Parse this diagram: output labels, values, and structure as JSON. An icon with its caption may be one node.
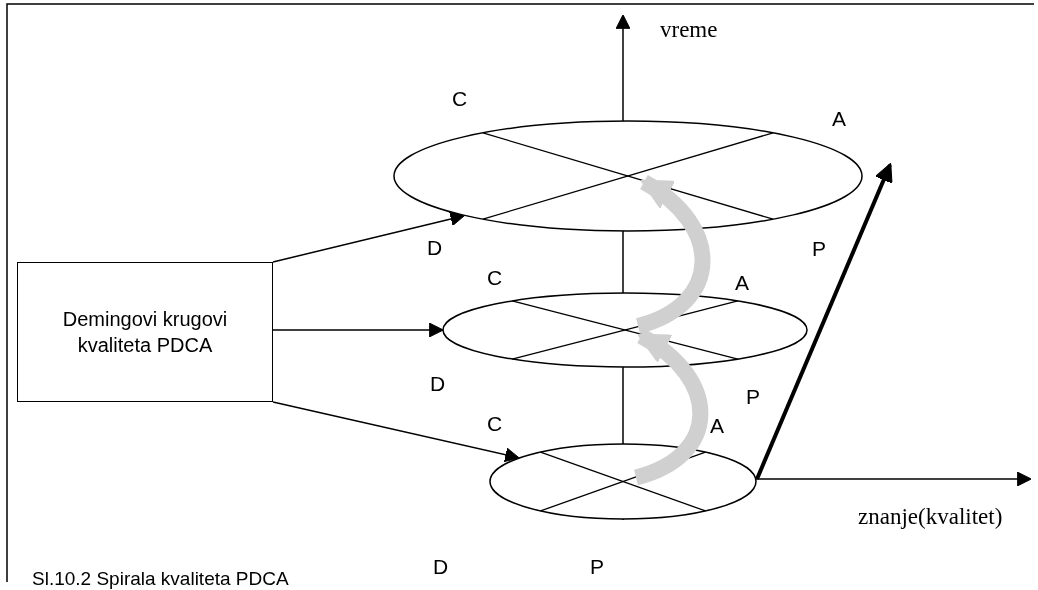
{
  "diagram": {
    "caption": "Sl.10.2 Spirala kvaliteta PDCA",
    "nodes": [
      {
        "text": [
          "Demingovi krugovi kvaliteta PDCA"
        ]
      },
      {
        "text": [],
        "shape": "circle",
        "beside": [
          "C",
          "A",
          "D",
          "P"
        ]
      },
      {
        "text": [],
        "shape": "circle",
        "beside": [
          "C",
          "A",
          "D",
          "P"
        ]
      },
      {
        "text": [],
        "shape": "circle",
        "beside": [
          "C",
          "A",
          "D",
          "P"
        ]
      }
    ],
    "edges": [
      {
        "from": 0,
        "to": 1,
        "arrow": "to"
      },
      {
        "from": 0,
        "to": 2,
        "arrow": "to"
      },
      {
        "from": 0,
        "to": 3,
        "arrow": "to"
      },
      {
        "from": 3,
        "to": 2,
        "arrow": "to",
        "style": "thick",
        "color": "#d0d0d0"
      },
      {
        "from": 2,
        "to": 1,
        "arrow": "to",
        "style": "thick",
        "color": "#d0d0d0"
      }
    ],
    "labels": [
      "vreme",
      "znanje(kvalitet)"
    ]
  }
}
